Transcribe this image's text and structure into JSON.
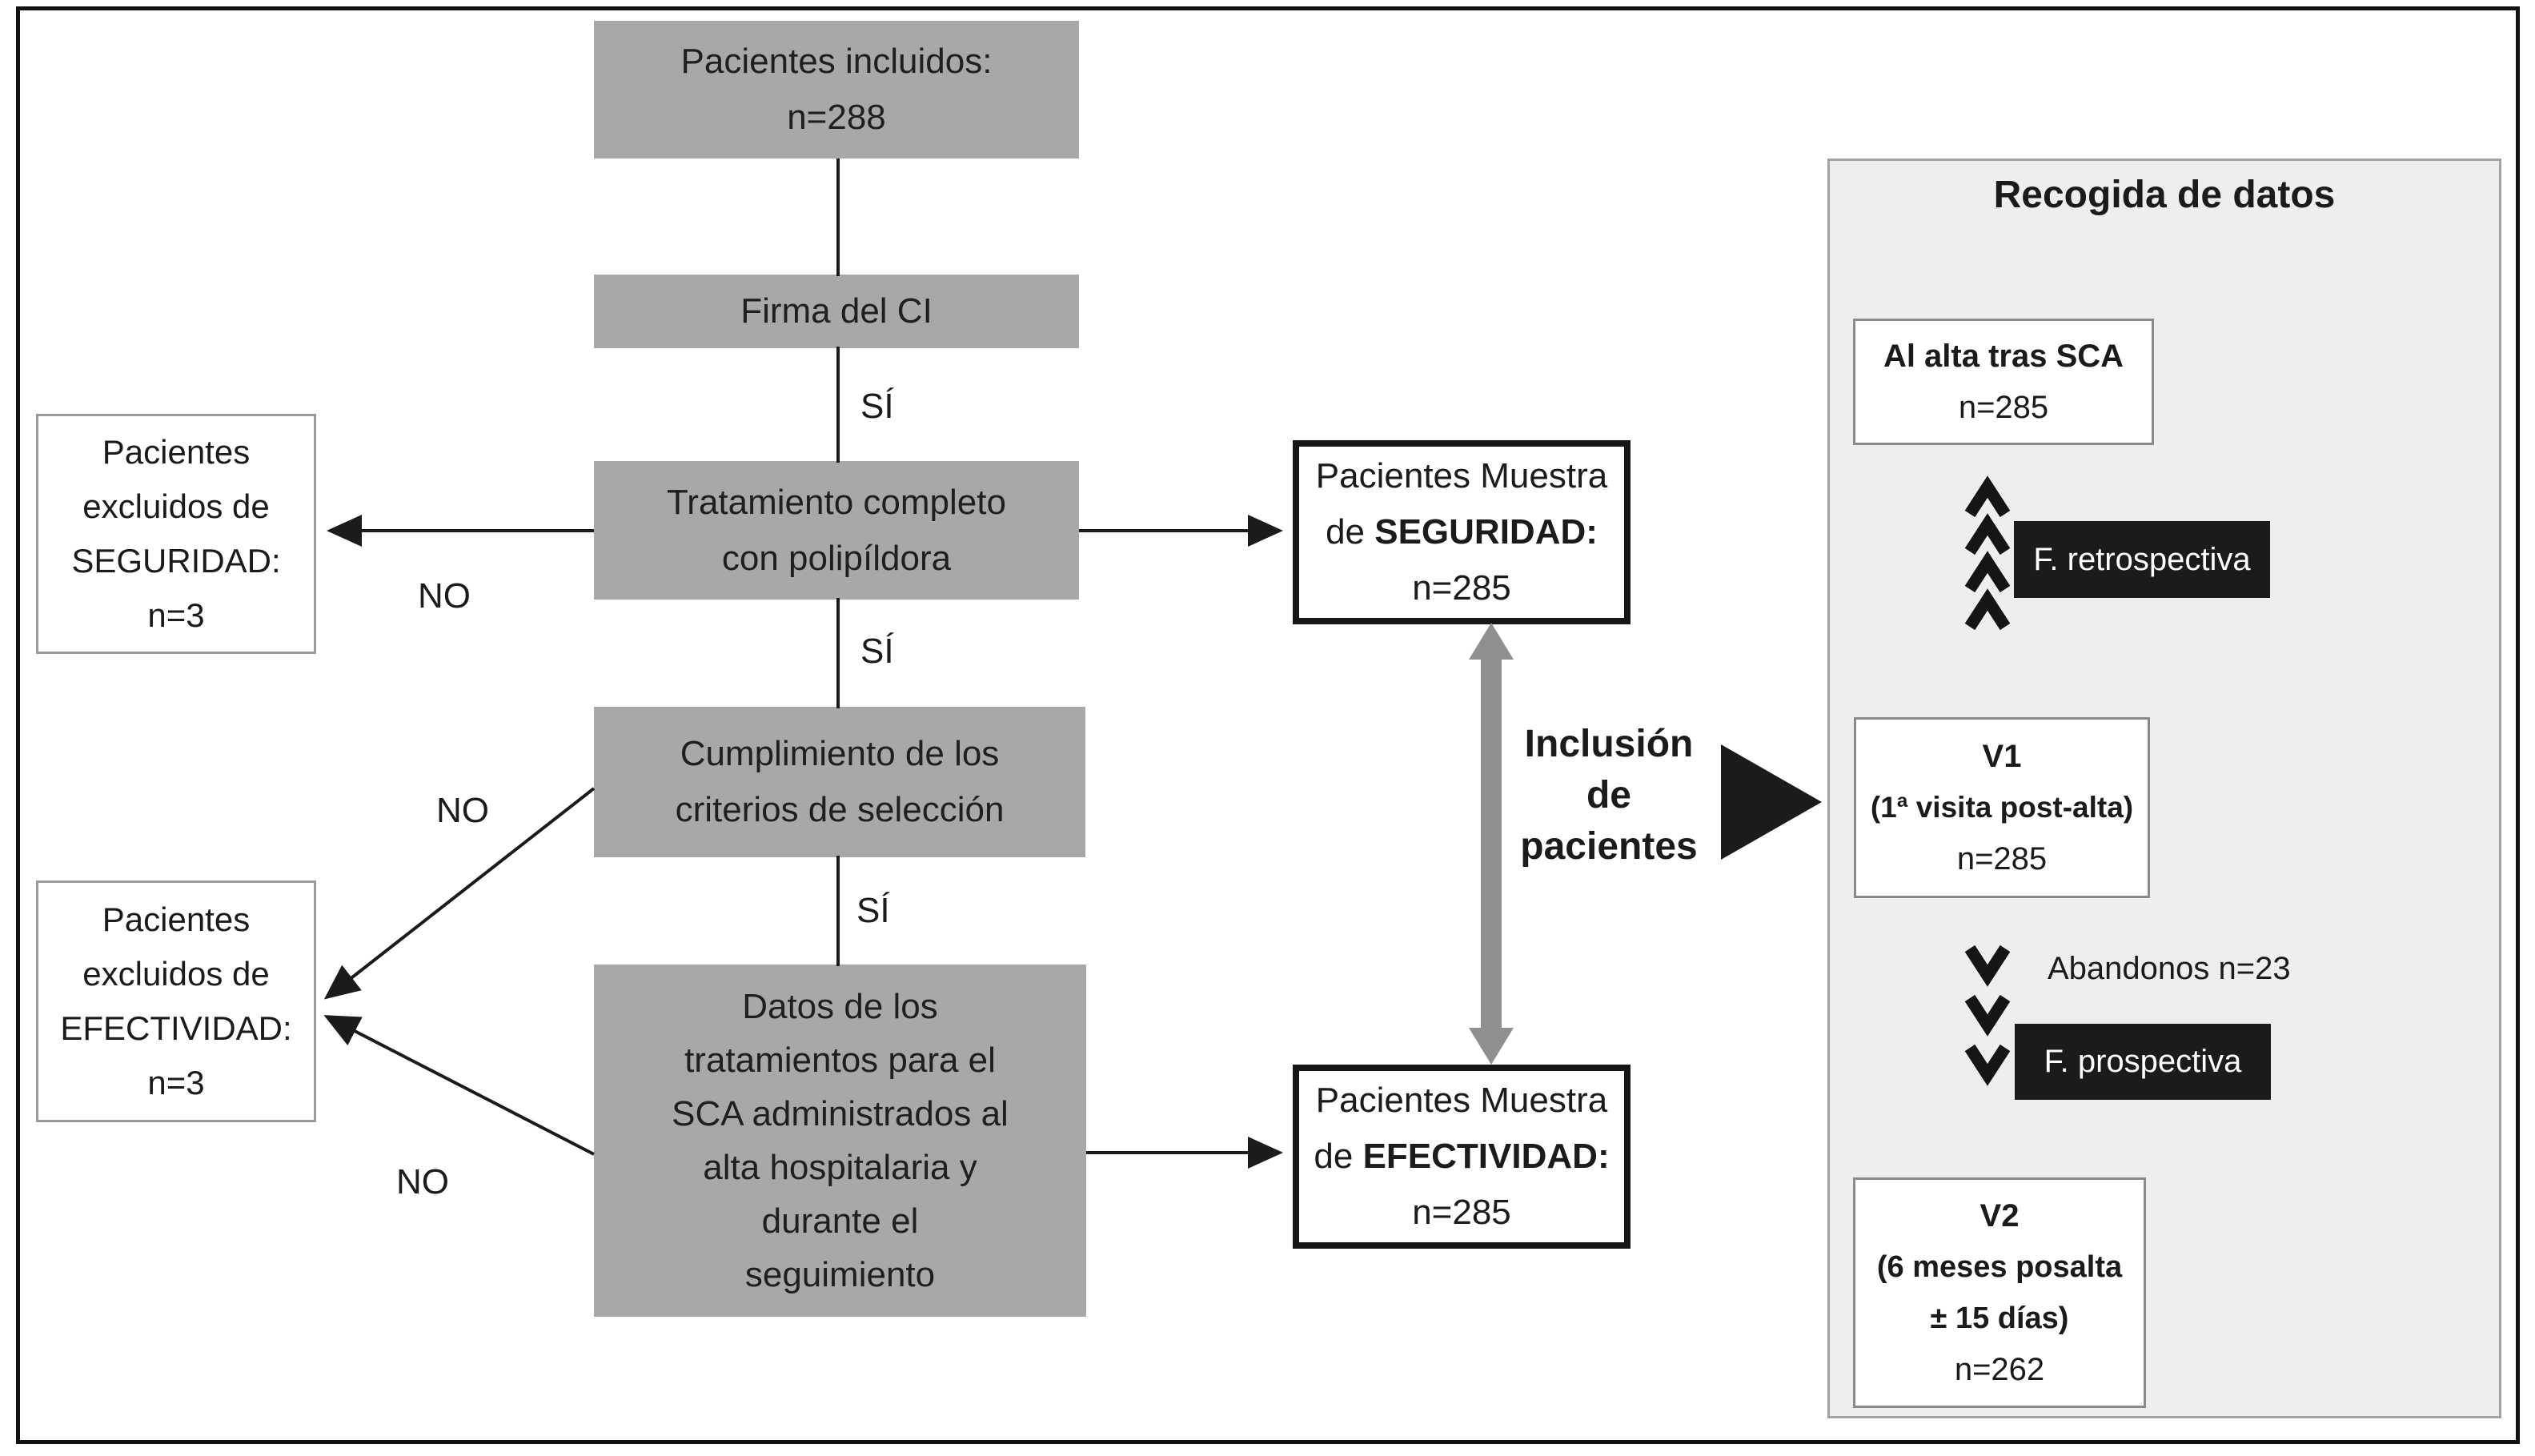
{
  "arrow_labels": {
    "yes": "SÍ",
    "no": "NO"
  },
  "flow": {
    "incluidos": {
      "line1": "Pacientes incluidos:",
      "line2": "n=288"
    },
    "firma": "Firma del CI",
    "tratamiento": {
      "line1": "Tratamiento completo",
      "line2": "con polipíldora"
    },
    "cumplimiento": {
      "line1": "Cumplimiento de los",
      "line2": "criterios de selección"
    },
    "datos": {
      "lines": [
        "Datos de los",
        "tratamientos para el",
        "SCA administrados al",
        "alta hospitalaria y",
        "durante el",
        "seguimiento"
      ]
    },
    "excl_seguridad": {
      "lines": [
        "Pacientes",
        "excluidos de",
        "SEGURIDAD:",
        "n=3"
      ]
    },
    "excl_efectividad": {
      "lines": [
        "Pacientes",
        "excluidos de",
        "EFECTIVIDAD:",
        "n=3"
      ]
    },
    "muestra_seguridad": {
      "line1": "Pacientes Muestra",
      "line2_pre": "de ",
      "line2_bold": "SEGURIDAD",
      "line2_post": ":",
      "line3": "n=285"
    },
    "muestra_efectividad": {
      "line1": "Pacientes Muestra",
      "line2_pre": "de ",
      "line2_bold": "EFECTIVIDAD",
      "line2_post": ":",
      "line3": "n=285"
    },
    "inclusion": {
      "line1": "Inclusión",
      "line2": "de",
      "line3": "pacientes"
    }
  },
  "panel": {
    "title": "Recogida de datos",
    "al_alta": {
      "line1": "Al alta tras SCA",
      "line2": "n=285"
    },
    "retrospectiva": "F. retrospectiva",
    "v1": {
      "line1": "V1",
      "line2": "(1ª visita post-alta)",
      "line3": "n=285"
    },
    "abandonos": "Abandonos n=23",
    "prospectiva": "F. prospectiva",
    "v2": {
      "line1": "V2",
      "line2": "(6 meses posalta",
      "line3": "± 15 días)",
      "line4": "n=262"
    }
  },
  "colors": {
    "box_gray": "#a8a8a8",
    "panel_bg": "#efeeee",
    "ink": "#1b1b1b",
    "arrow_gray": "#8f8f8f"
  }
}
